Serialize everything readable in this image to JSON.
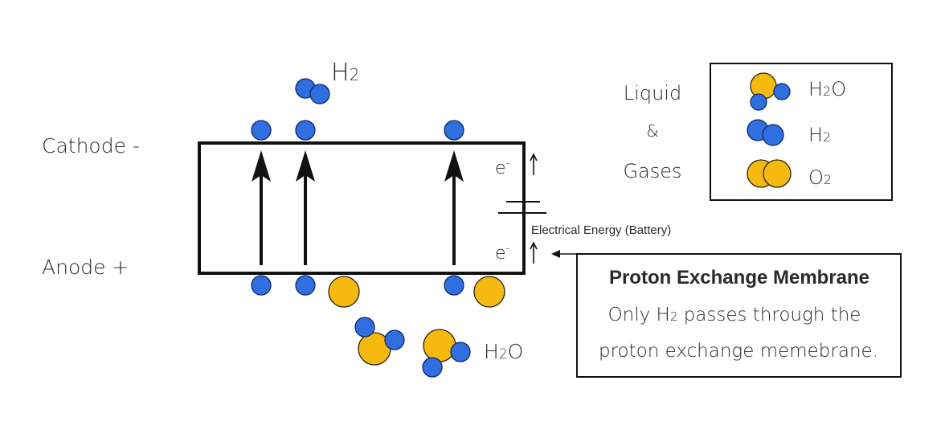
{
  "labels": {
    "cathode": "Cathode -",
    "anode": "Anode +",
    "h2_top": "H",
    "h2_top_sub": "2",
    "electron_top": "e",
    "electron_top_sup": "-",
    "electron_bottom": "e",
    "electron_bottom_sup": "-",
    "battery": "Electrical Energy (Battery)",
    "h2o_bottom": "H",
    "h2o_bottom_sub": "2",
    "h2o_bottom_o": "O"
  },
  "legend": {
    "side_line1": "Liquid",
    "side_line2": "&",
    "side_line3": "Gases",
    "items": [
      {
        "base": "H",
        "sub": "2",
        "tail": "O"
      },
      {
        "base": "H",
        "sub": "2",
        "tail": ""
      },
      {
        "base": "O",
        "sub": "2",
        "tail": ""
      }
    ]
  },
  "membrane_box": {
    "title": "Proton Exchange Membrane",
    "line1_pre": "Only H",
    "line1_sub": "2",
    "line1_post": " passes through the",
    "line2": "proton exchange memebrane."
  },
  "colors": {
    "hydrogen": "#2f6fe0",
    "oxygen": "#f5b90f",
    "outline": "#111111"
  },
  "icons": [
    "hydrogen-atom-icon",
    "oxygen-atom-icon",
    "h2-molecule-icon",
    "o2-molecule-icon",
    "h2o-molecule-icon",
    "up-arrow-icon",
    "left-arrow-icon",
    "battery-symbol-icon"
  ]
}
